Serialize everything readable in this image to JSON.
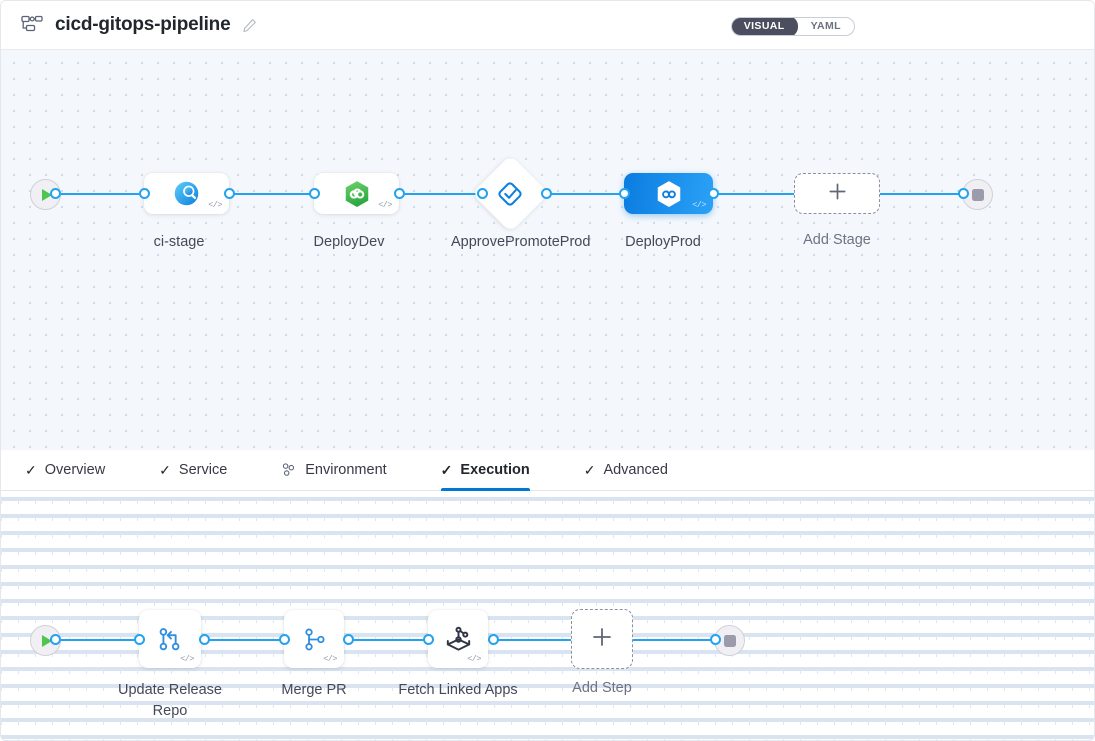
{
  "header": {
    "pipeline_icon": "pipeline-icon",
    "title": "cicd-gitops-pipeline",
    "edit_icon": "pencil-icon",
    "view_toggle": {
      "options": [
        "VISUAL",
        "YAML"
      ],
      "selected": "VISUAL"
    }
  },
  "stage_canvas": {
    "start_node": {
      "icon": "play-icon"
    },
    "end_node": {
      "icon": "stop-icon"
    },
    "stages": [
      {
        "label": "ci-stage",
        "icon": "harness-ci-icon",
        "type": "rect",
        "selected": false,
        "badge": "</>"
      },
      {
        "label": "DeployDev",
        "icon": "gitops-hexagon-icon",
        "type": "rect",
        "selected": false,
        "badge": "</>"
      },
      {
        "label": "ApprovePromoteProd",
        "icon": "approval-diamond-icon",
        "type": "diamond",
        "selected": false,
        "badge": ""
      },
      {
        "label": "DeployProd",
        "icon": "gitops-hexagon-icon",
        "type": "rect",
        "selected": true,
        "badge": "</>"
      }
    ],
    "add_stage": {
      "label": "Add Stage",
      "icon": "plus-icon"
    }
  },
  "tabs": [
    {
      "label": "Overview",
      "icon": "check-icon",
      "active": false
    },
    {
      "label": "Service",
      "icon": "check-icon",
      "active": false
    },
    {
      "label": "Environment",
      "icon": "cluster-icon",
      "active": false
    },
    {
      "label": "Execution",
      "icon": "check-icon",
      "active": true
    },
    {
      "label": "Advanced",
      "icon": "check-icon",
      "active": false
    }
  ],
  "step_canvas": {
    "start_node": {
      "icon": "play-icon"
    },
    "end_node": {
      "icon": "stop-icon"
    },
    "steps": [
      {
        "label": "Update Release Repo",
        "icon": "git-update-icon",
        "badge": "</>"
      },
      {
        "label": "Merge PR",
        "icon": "git-branch-icon",
        "badge": "</>"
      },
      {
        "label": "Fetch Linked Apps",
        "icon": "fetch-apps-icon",
        "badge": "</>"
      }
    ],
    "add_step": {
      "label": "Add Step",
      "icon": "plus-icon"
    }
  },
  "colors": {
    "accent": "#0278d5",
    "edge": "#22a2f1",
    "selected_node": "#0a7ce0",
    "start_green": "#4fc44f",
    "gitops_green": "#3ab54a"
  }
}
